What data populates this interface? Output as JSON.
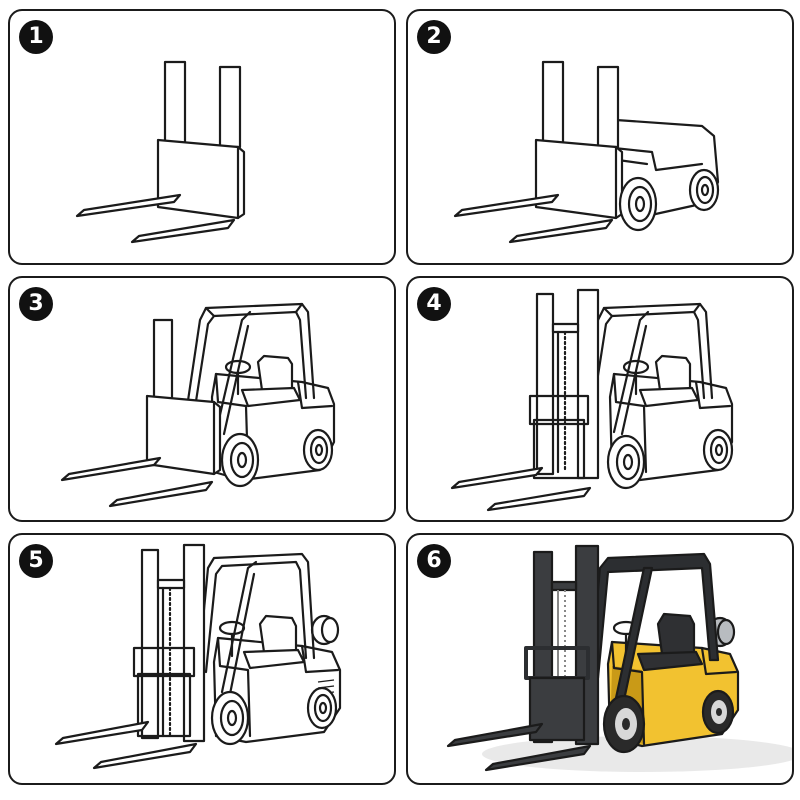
{
  "steps": [
    {
      "number": "1",
      "stage": "forks-and-carriage"
    },
    {
      "number": "2",
      "stage": "body-and-wheels"
    },
    {
      "number": "3",
      "stage": "overhead-guard-and-seat"
    },
    {
      "number": "4",
      "stage": "mast-and-chain"
    },
    {
      "number": "5",
      "stage": "counterweight-and-tank"
    },
    {
      "number": "6",
      "stage": "colored"
    }
  ],
  "colors": {
    "outline": "#1b1b1b",
    "badge": "#111111",
    "body_yellow": "#f2c230",
    "body_shade": "#c99a17",
    "mast_dark": "#3b3d40",
    "tire": "#2a2a2a",
    "tank": "#b8bcc0"
  }
}
